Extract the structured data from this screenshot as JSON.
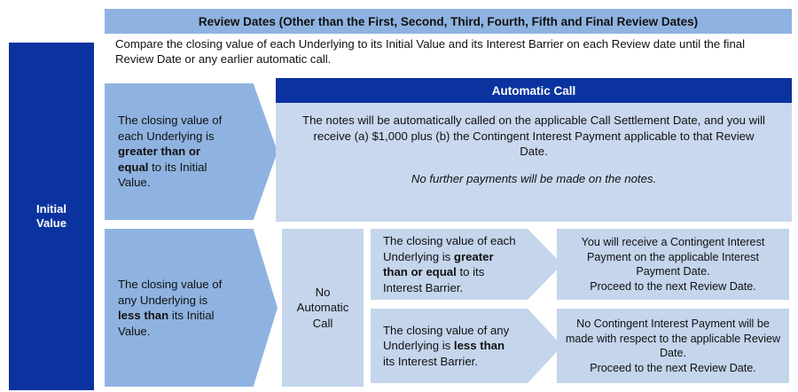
{
  "spine": {
    "label": "Initial\nValue"
  },
  "header": {
    "title": "Review Dates (Other than the First, Second, Third, Fourth, Fifth and Final Review Dates)",
    "description": "Compare the closing value of each Underlying to its Initial Value and its Interest Barrier on each Review date until the final Review Date or any earlier automatic call."
  },
  "branch_call": {
    "condition_parts": {
      "lead": "The closing value of each Underlying is ",
      "emphasis": "greater than or equal",
      "tail": " to its Initial Value."
    },
    "condition_full": "The closing value of each Underlying is greater than or equal to its Initial Value.",
    "outcome_title": "Automatic Call",
    "outcome_line1": "The notes will be automatically called on the applicable Call Settlement Date, and you will receive (a) $1,000 plus (b) the Contingent Interest Payment applicable to that Review Date.",
    "outcome_line2": "No further payments will be made on the notes."
  },
  "branch_no_call": {
    "condition_parts": {
      "lead": "The closing value of any Underlying is ",
      "emphasis": "less than",
      "tail": " its Initial Value."
    },
    "condition_full": "The closing value of any Underlying is less than its Initial Value.",
    "node_label": "No\nAutomatic\nCall",
    "sub_branches": [
      {
        "condition_parts": {
          "lead": "The closing value of each Underlying is ",
          "emphasis": "greater than or equal",
          "tail": " to its Interest Barrier."
        },
        "condition_full": "The closing value of each Underlying is greater than or equal to its Interest Barrier.",
        "outcome_line1": "You will receive a Contingent Interest Payment on the applicable Interest Payment Date.",
        "outcome_line2": "Proceed to the next Review Date."
      },
      {
        "condition_parts": {
          "lead": "The closing value of any Underlying is ",
          "emphasis": "less than",
          "tail": " its Interest Barrier."
        },
        "condition_full": "The closing value of any Underlying is less than its Interest Barrier.",
        "outcome_line1": "No Contingent Interest Payment will be made with respect to the applicable Review Date.",
        "outcome_line2": "Proceed to the next Review Date."
      }
    ]
  },
  "colors": {
    "dark_blue": "#0A33A0",
    "medium_blue": "#8FB3E0",
    "light_blue": "#C4D5EC",
    "panel_blue": "#C9D8EE",
    "text": "#111111",
    "white": "#FFFFFF"
  }
}
